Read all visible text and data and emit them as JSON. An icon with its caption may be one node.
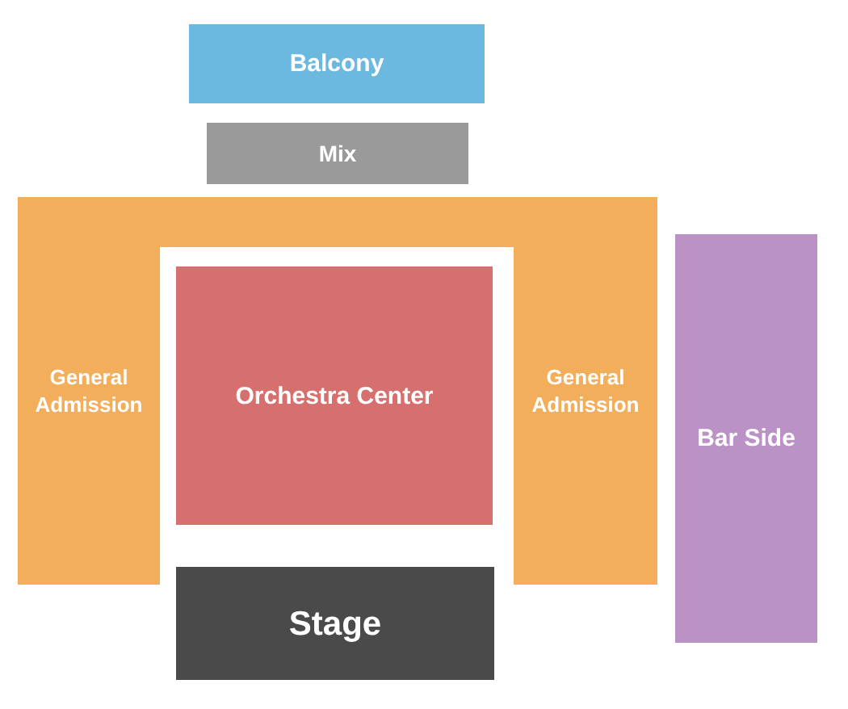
{
  "diagram": {
    "nodes": [
      {
        "text": [
          "Balcony"
        ]
      },
      {
        "text": [
          "Mix"
        ]
      },
      {
        "text": [
          "General Admission",
          "General Admission"
        ]
      },
      {
        "text": [
          "Orchestra Center"
        ]
      },
      {
        "text": [
          "Stage"
        ]
      },
      {
        "text": [
          "Bar Side"
        ]
      }
    ]
  }
}
